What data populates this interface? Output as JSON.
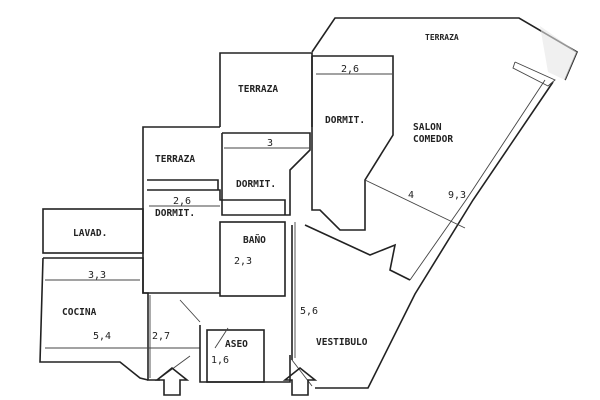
{
  "plan": {
    "rooms": {
      "terraza_main": "TERRAZA",
      "terraza_upper": "TERRAZA",
      "terraza_left": "TERRAZA",
      "dormit_right": "DORMIT.",
      "dormit_mid": "DORMIT.",
      "dormit_left": "DORMIT.",
      "salon_1": "SALON",
      "salon_2": "COMEDOR",
      "lavad": "LAVAD.",
      "bano": "BAÑO",
      "cocina": "COCINA",
      "aseo": "ASEO",
      "vestibulo": "VESTIBULO"
    },
    "dimensions": {
      "dormit_right": "2,6",
      "dormit_mid": "3",
      "dormit_left": "2,6",
      "salon_w": "4",
      "salon_l": "9,3",
      "bano": "2,3",
      "cocina_w": "3,3",
      "cocina_l": "5,4",
      "passage": "2,7",
      "aseo": "1,6",
      "vestibulo": "5,6"
    },
    "icons": [
      "entrance-arrow-icon",
      "entrance-arrow-icon"
    ]
  }
}
